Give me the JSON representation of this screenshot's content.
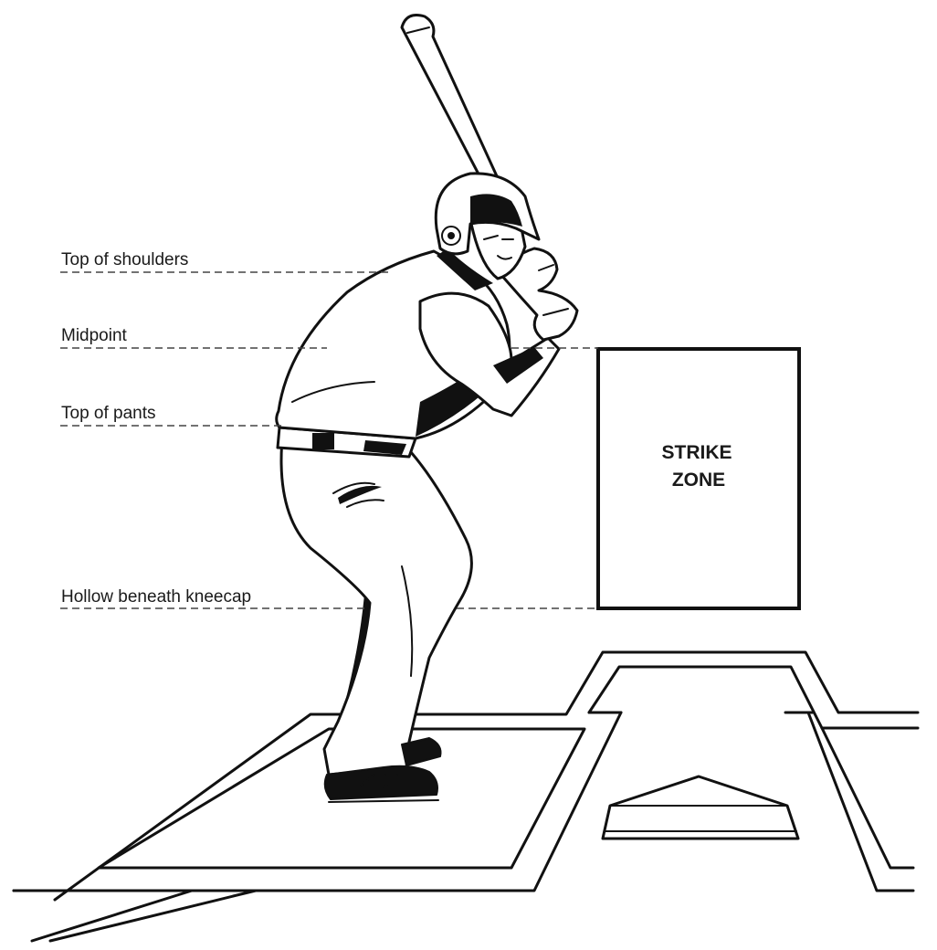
{
  "labels": {
    "shoulders": "Top of shoulders",
    "midpoint": "Midpoint",
    "pants": "Top of pants",
    "kneecap": "Hollow beneath kneecap"
  },
  "strike_zone": {
    "line1": "STRIKE",
    "line2": "ZONE"
  }
}
